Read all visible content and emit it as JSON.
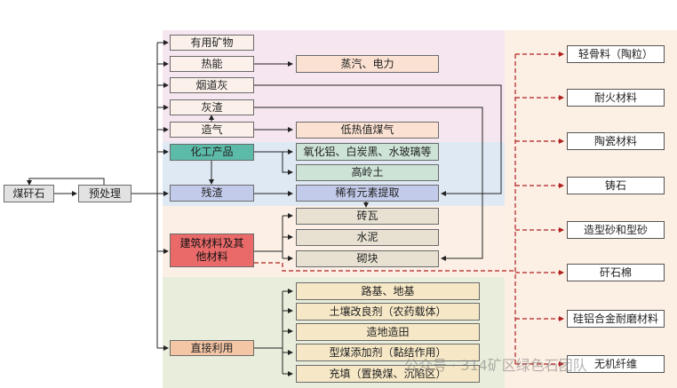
{
  "source": {
    "coal_gangue": "煤矸石",
    "pretreatment": "预处理"
  },
  "categories": {
    "minerals": "有用矿物",
    "heat": "热能",
    "flue_ash": "烟道灰",
    "ash": "灰渣",
    "gas": "造气",
    "chemical": "化工产品",
    "residue": "残渣",
    "building": "建筑材料及其他材料",
    "direct": "直接利用"
  },
  "products": {
    "steam_power": "蒸汽、电力",
    "low_gas": "低热值煤气",
    "alumina": "氧化铝、白炭黑、水玻璃等",
    "kaolin": "高岭土",
    "rare": "稀有元素提取",
    "brick": "砖瓦",
    "cement": "水泥",
    "block": "砌块"
  },
  "direct_uses": [
    "路基、地基",
    "土壤改良剂（农药载体）",
    "造地造田",
    "型煤添加剂（黏结作用）",
    "充填（置换煤、沉陷区）"
  ],
  "right_products": [
    "轻骨料（陶粒）",
    "耐火材料",
    "陶瓷材料",
    "铸石",
    "造型砂和型砂",
    "矸石棉",
    "硅铝合金耐磨材料",
    "无机纤维"
  ],
  "watermark": "公众号 · 314矿区绿色石团队",
  "colors": {
    "pink_band": "#f6e6ef",
    "blue_band": "#dfe9f4",
    "peach_band": "#fcf0e6",
    "green_band": "#e9eedc",
    "right_band": "#fcefe4",
    "dashed_red": "#b02020"
  }
}
